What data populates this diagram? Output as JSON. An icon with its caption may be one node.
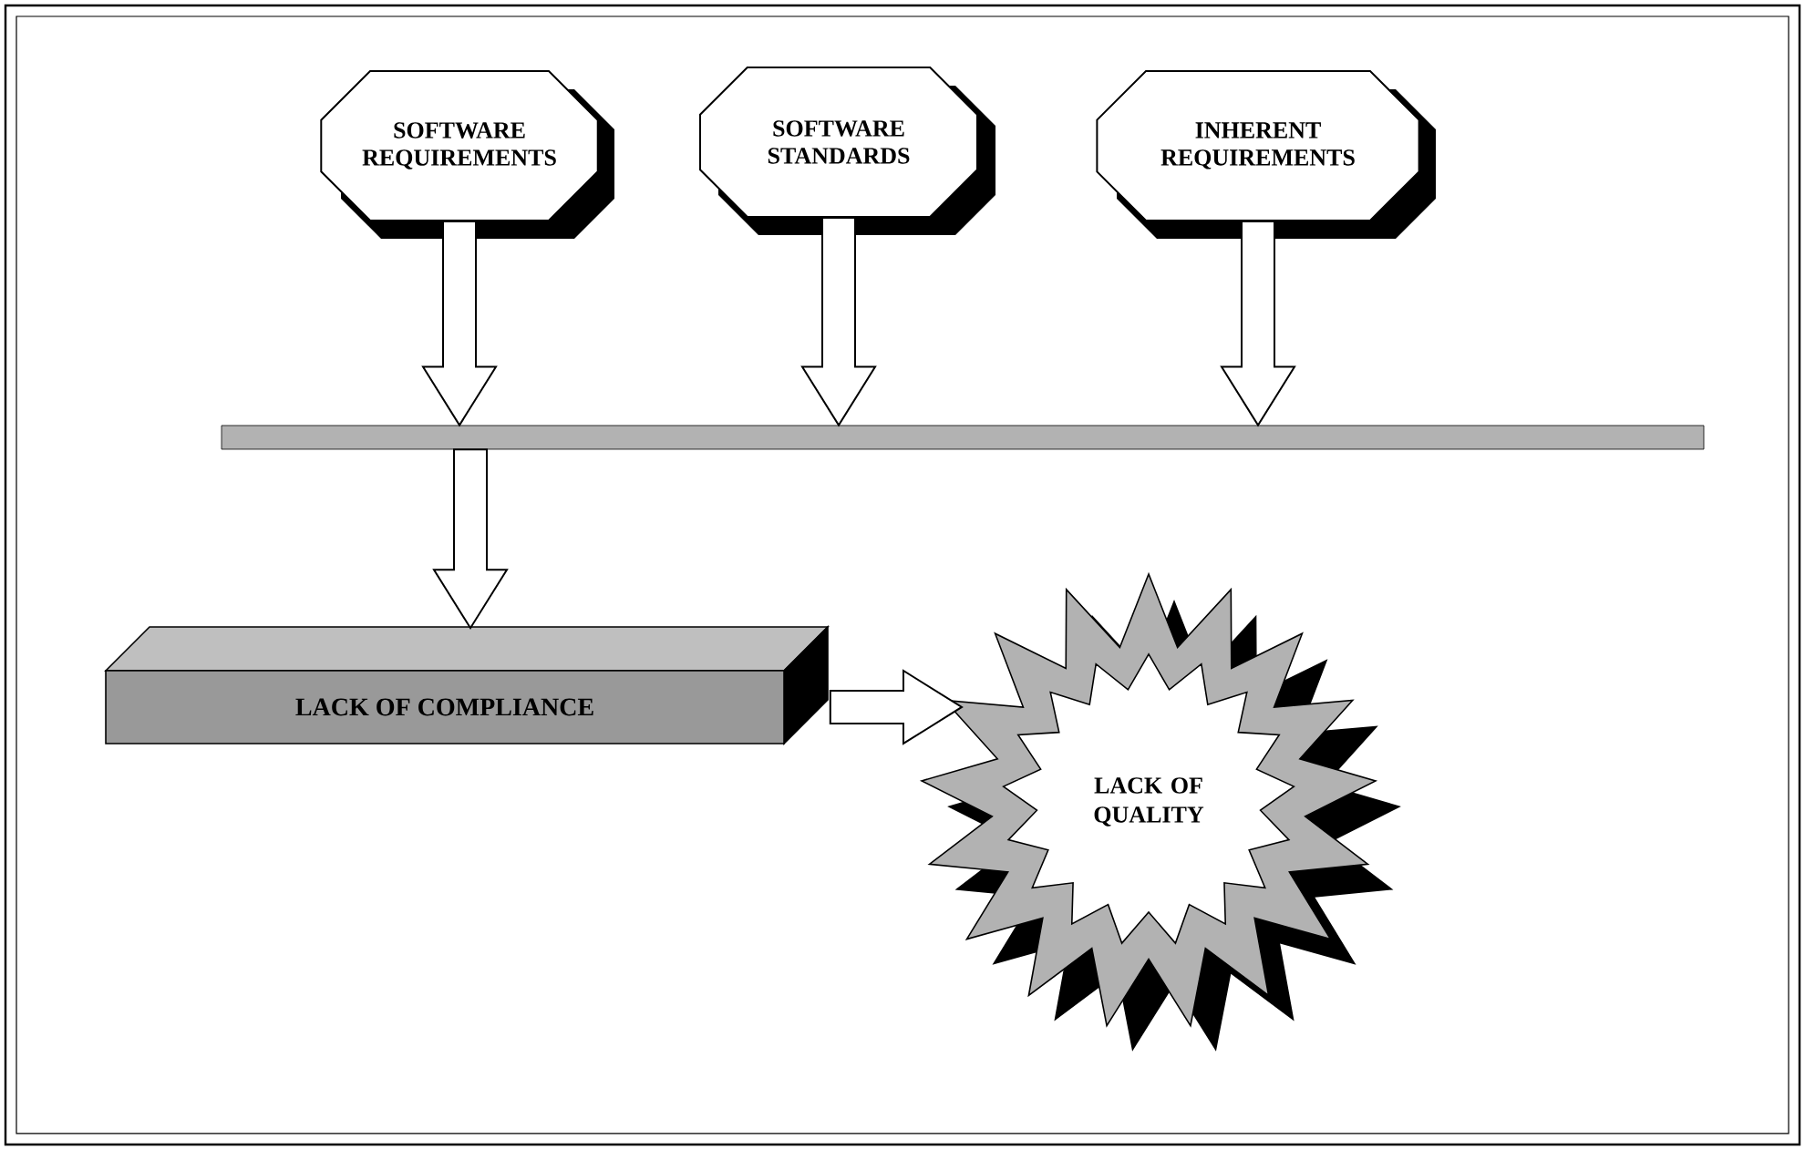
{
  "diagram": {
    "nodes": [
      {
        "text": [
          "SOFTWARE REQUIREMENTS"
        ]
      },
      {
        "text": [
          "SOFTWARE STANDARDS"
        ]
      },
      {
        "text": [
          "INHERENT REQUIREMENTS"
        ]
      },
      {
        "text": [],
        "shape": "bar"
      },
      {
        "text": [
          "LACK OF COMPLIANCE"
        ]
      },
      {
        "text": [
          "LACK OF QUALITY"
        ]
      }
    ],
    "edges": [
      {
        "from": 0,
        "to": 3,
        "arrow": "to"
      },
      {
        "from": 1,
        "to": 3,
        "arrow": "to"
      },
      {
        "from": 2,
        "to": 3,
        "arrow": "to"
      },
      {
        "from": 3,
        "to": 4,
        "arrow": "to"
      },
      {
        "from": 4,
        "to": 5,
        "arrow": "to"
      }
    ]
  }
}
